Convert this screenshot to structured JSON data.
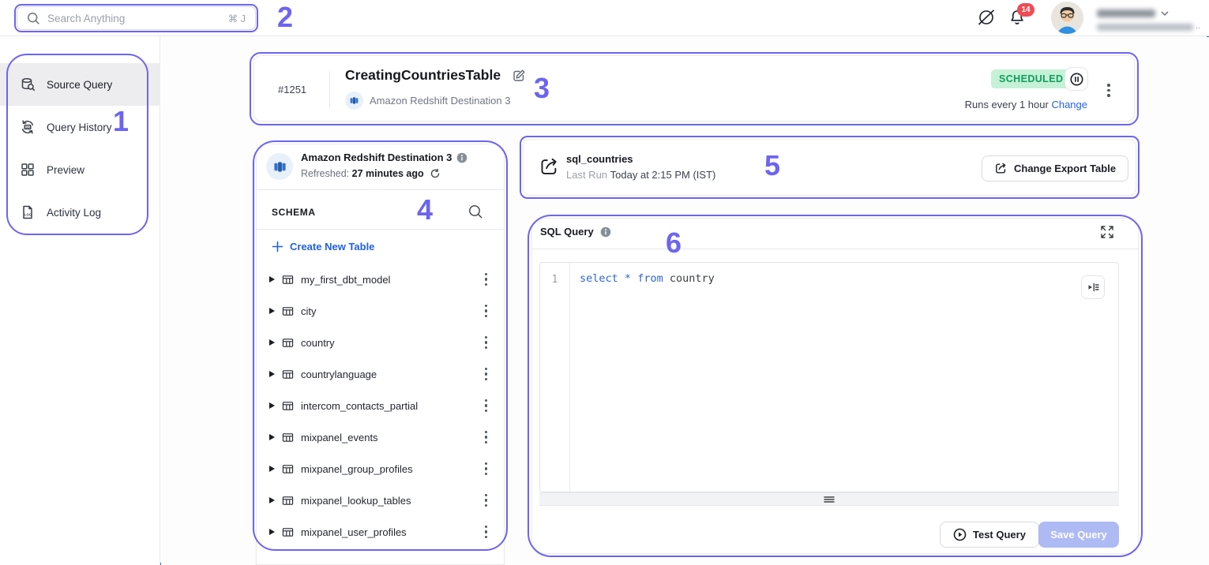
{
  "colors": {
    "accent_blue": "#2563eb",
    "annotation": "#6d64f2",
    "badge_bg": "#c5f1d6",
    "badge_text": "#0c9f5d",
    "link": "#2563eb",
    "sql_keyword": "#2e66cf",
    "save_disabled_bg": "#adbaf3",
    "frame_border": "#2b6cec",
    "status_green": "#0c9f5d",
    "notification_red": "#ef4b55"
  },
  "annotations": {
    "labels": [
      "1",
      "2",
      "3",
      "4",
      "5",
      "6"
    ]
  },
  "topbar": {
    "search": {
      "placeholder": "Search Anything",
      "shortcut": "⌘ J"
    },
    "notifications_count": "14",
    "user_truncation": ".."
  },
  "sidebar": {
    "items": [
      {
        "label": "Source Query",
        "icon": "database-search-icon",
        "active": true
      },
      {
        "label": "Query History",
        "icon": "sql-history-icon",
        "active": false
      },
      {
        "label": "Preview",
        "icon": "grid-icon",
        "active": false
      },
      {
        "label": "Activity Log",
        "icon": "log-document-icon",
        "active": false
      }
    ]
  },
  "query_header": {
    "id": "#1251",
    "title": "CreatingCountriesTable",
    "destination": "Amazon Redshift Destination 3",
    "status": "SCHEDULED",
    "schedule_text": "Runs every 1 hour",
    "change_link": "Change"
  },
  "schema_panel": {
    "title": "Amazon Redshift Destination 3",
    "refreshed_label": "Refreshed:",
    "refreshed_value": "27 minutes ago",
    "section_label": "SCHEMA",
    "create_new_table": "Create New Table",
    "tables": [
      "my_first_dbt_model",
      "city",
      "country",
      "countrylanguage",
      "intercom_contacts_partial",
      "mixpanel_events",
      "mixpanel_group_profiles",
      "mixpanel_lookup_tables",
      "mixpanel_user_profiles"
    ]
  },
  "export_panel": {
    "table_name": "sql_countries",
    "last_run_label": "Last Run",
    "last_run_value": "Today at 2:15 PM (IST)",
    "change_button": "Change Export Table"
  },
  "sql_panel": {
    "title": "SQL Query",
    "line_number": "1",
    "query_tokens": [
      {
        "text": "select",
        "type": "keyword"
      },
      {
        "text": " ",
        "type": "plain"
      },
      {
        "text": "*",
        "type": "keyword"
      },
      {
        "text": " ",
        "type": "plain"
      },
      {
        "text": "from",
        "type": "keyword"
      },
      {
        "text": " country",
        "type": "plain"
      }
    ],
    "test_button": "Test Query",
    "save_button": "Save Query"
  }
}
